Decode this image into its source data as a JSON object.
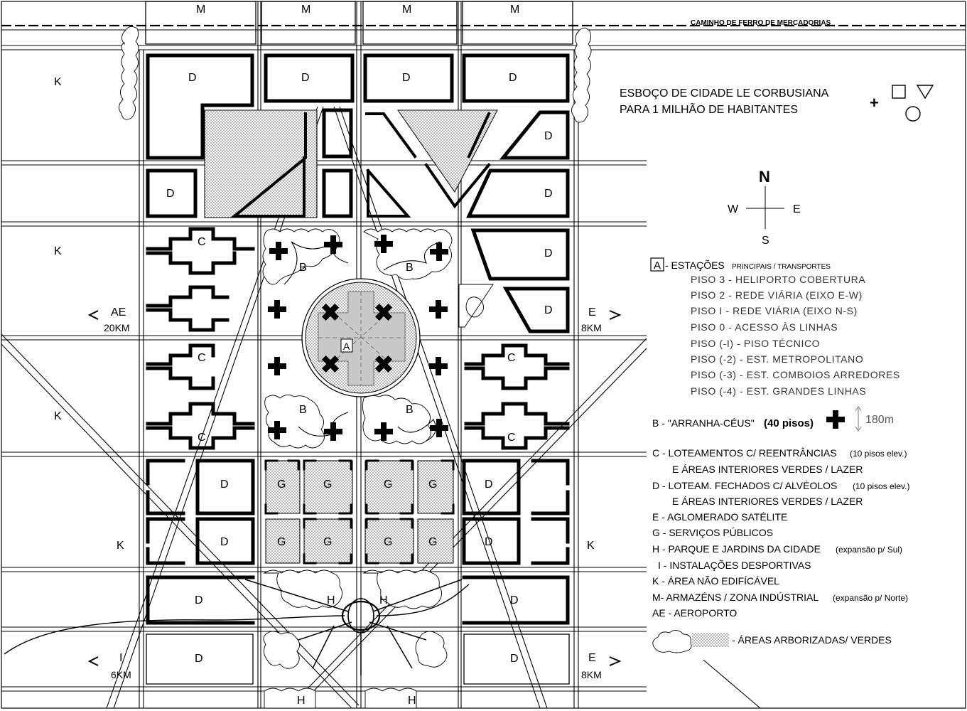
{
  "title": {
    "line1": "ESBOÇO DE CIDADE LE CORBUSIANA",
    "line2": "PARA 1 MILHÃO DE HABITANTES",
    "plus": "+"
  },
  "railway": "CAMINHO DE FERRO DE MERCADORIAS",
  "compass": {
    "n": "N",
    "w": "W",
    "e": "E",
    "s": "S"
  },
  "map_labels": {
    "m": "M",
    "k": "K",
    "d": "D",
    "c": "C",
    "b": "B",
    "g": "G",
    "h": "H",
    "a": "A",
    "ae": "AE",
    "ae_dist": "20KM",
    "e": "E",
    "e_dist": "8KM",
    "i": "I",
    "i_dist": "6KM"
  },
  "legend": {
    "a_key": "A",
    "a_text": "- ESTAÇÕES",
    "a_small": "PRINCIPAIS / TRANSPORTES",
    "pisos": [
      "PISO  3   - HELIPORTO COBERTURA",
      "PISO  2   - REDE VIÁRIA (EIXO E-W)",
      "PISO   I   - REDE VIÁRIA (EIXO N-S)",
      "PISO  0   - ACESSO ÀS LINHAS",
      "PISO (-I) - PISO TÉCNICO",
      "PISO (-2) - EST. METROPOLITANO",
      "PISO (-3) - EST. COMBOIOS ARREDORES",
      "PISO (-4) - EST. GRANDES LINHAS"
    ],
    "b_text": "B - \"ARRANHA-CÉUS\"",
    "b_floors": "(40 pisos)",
    "b_height": "180m",
    "c_text": "C - LOTEAMENTOS C/ REENTRÂNCIAS",
    "c_note": "(10 pisos elev.)",
    "c_text2": "E ÁREAS INTERIORES VERDES / LAZER",
    "d_text": "D - LOTEAM.  FECHADOS C/ ALVÉOLOS",
    "d_note": "(10 pisos elev.)",
    "d_text2": "E ÁREAS INTERIORES VERDES / LAZER",
    "e_text": "E - AGLOMERADO SATÉLITE",
    "g_text": "G - SERVIÇOS PÚBLICOS",
    "h_text": "H - PARQUE E JARDINS DA CIDADE",
    "h_note": "(expansão p/ Sul)",
    "i_text": "I - INSTALAÇÕES DESPORTIVAS",
    "k_text": "K - ÁREA NÃO EDIFÍCÁVEL",
    "m_text": "M- ARMAZÉNS / ZONA INDÚSTRIAL",
    "m_note": "(expansão p/ Norte)",
    "ae_text": "AE - AEROPORTO",
    "green_text": "- ÁREAS ARBORIZADAS/ VERDES"
  },
  "colors": {
    "line": "#000000",
    "station": "#c8c8c8",
    "paper": "#ffffff",
    "piso_text": "#333333"
  }
}
